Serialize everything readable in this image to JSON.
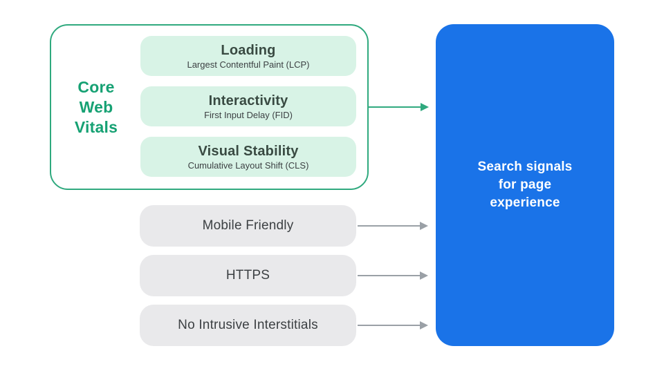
{
  "diagram": {
    "core_web_vitals": {
      "label": "Core Web Vitals",
      "items": [
        {
          "title": "Loading",
          "subtitle": "Largest Contentful Paint (LCP)"
        },
        {
          "title": "Interactivity",
          "subtitle": "First Input Delay (FID)"
        },
        {
          "title": "Visual Stability",
          "subtitle": "Cumulative Layout Shift (CLS)"
        }
      ]
    },
    "other_signals": [
      {
        "label": "Mobile Friendly"
      },
      {
        "label": "HTTPS"
      },
      {
        "label": "No Intrusive Interstitials"
      }
    ],
    "result": {
      "label": "Search signals for page experience"
    },
    "colors": {
      "green_border": "#2fa97e",
      "green_fill": "#d8f3e6",
      "green_text": "#16a173",
      "vital_title_text": "#394a42",
      "body_text": "#3c4043",
      "gray_fill": "#e9e9eb",
      "gray_arrow": "#9aa0a6",
      "blue_fill": "#1a73e8",
      "result_text": "#ffffff",
      "background": "#ffffff"
    }
  }
}
